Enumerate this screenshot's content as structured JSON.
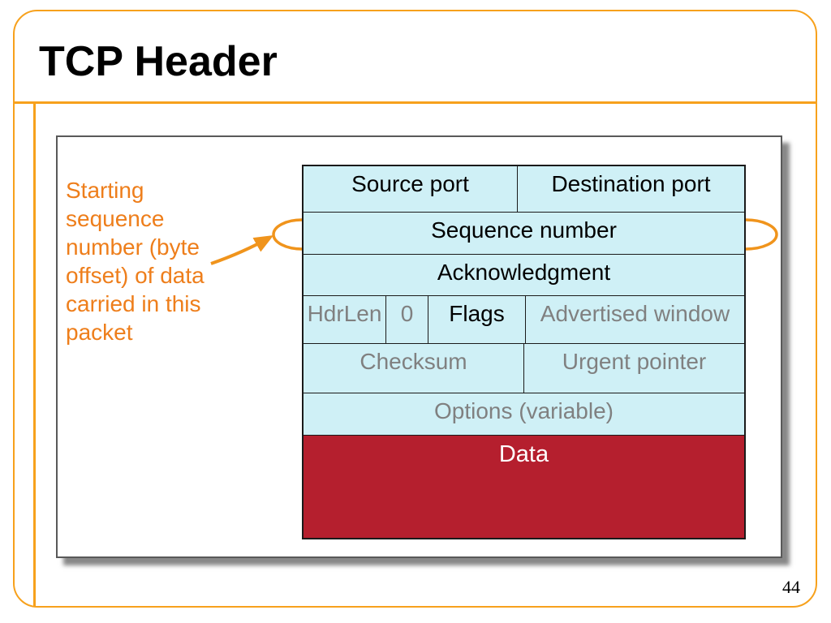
{
  "slide": {
    "title": "TCP Header",
    "page_number": "44"
  },
  "annotation": {
    "caption": "Starting sequence number (byte offset) of data carried in this packet"
  },
  "colors": {
    "frame_orange": "#F7A11C",
    "annotation_orange": "#EE7E1B",
    "cell_cyan": "#CFF0F6",
    "data_red": "#B51F2E",
    "muted_text_gray": "#808080",
    "table_border_black": "#1a1a1a"
  },
  "tcp_header": {
    "rows": [
      {
        "cells": [
          {
            "label": "Source port"
          },
          {
            "label": "Destination port"
          }
        ]
      },
      {
        "cells": [
          {
            "label": "Sequence number"
          }
        ]
      },
      {
        "cells": [
          {
            "label": "Acknowledgment"
          }
        ]
      },
      {
        "cells": [
          {
            "label": "HdrLen"
          },
          {
            "label": "0"
          },
          {
            "label": "Flags"
          },
          {
            "label": "Advertised window"
          }
        ]
      },
      {
        "cells": [
          {
            "label": "Checksum"
          },
          {
            "label": "Urgent pointer"
          }
        ]
      },
      {
        "cells": [
          {
            "label": "Options (variable)"
          }
        ]
      },
      {
        "cells": [
          {
            "label": "Data"
          }
        ]
      }
    ]
  }
}
